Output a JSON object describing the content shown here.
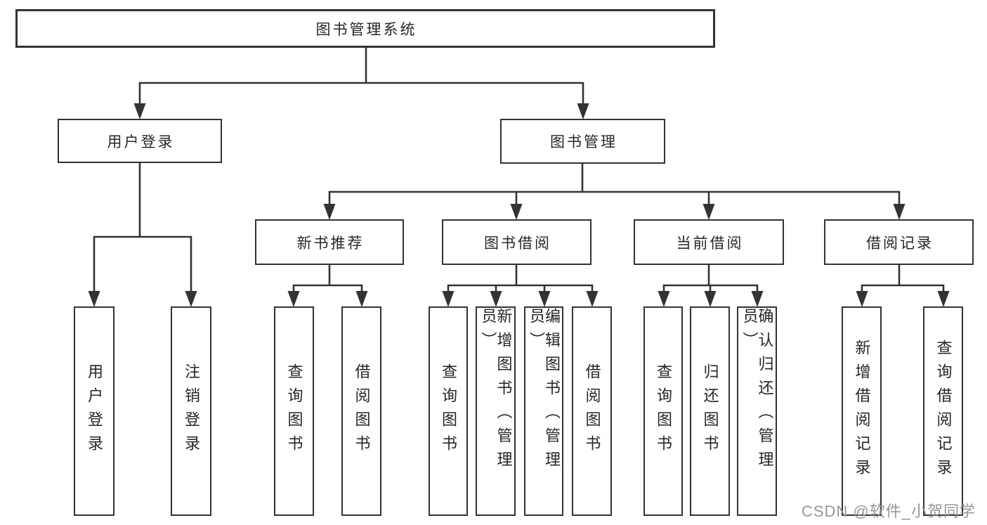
{
  "colors": {
    "line": "#333333",
    "text": "#262626",
    "bg": "#ffffff",
    "watermark": "#979797"
  },
  "watermark": {
    "text": "CSDN @软件_小贺同学"
  },
  "tree": {
    "label": "图书管理系统",
    "children": [
      {
        "label": "用户登录",
        "children": [
          {
            "label": "用户登录"
          },
          {
            "label": "注销登录"
          }
        ]
      },
      {
        "label": "图书管理",
        "children": [
          {
            "label": "新书推荐",
            "children": [
              {
                "label": "查询图书"
              },
              {
                "label": "借阅图书"
              }
            ]
          },
          {
            "label": "图书借阅",
            "children": [
              {
                "label": "查询图书"
              },
              {
                "label": "新增图书（管理员）"
              },
              {
                "label": "编辑图书（管理员）"
              },
              {
                "label": "借阅图书"
              }
            ]
          },
          {
            "label": "当前借阅",
            "children": [
              {
                "label": "查询图书"
              },
              {
                "label": "归还图书"
              },
              {
                "label": "确认归还（管理员）"
              }
            ]
          },
          {
            "label": "借阅记录",
            "children": [
              {
                "label": "新增借阅记录"
              },
              {
                "label": "查询借阅记录"
              }
            ]
          }
        ]
      }
    ]
  }
}
